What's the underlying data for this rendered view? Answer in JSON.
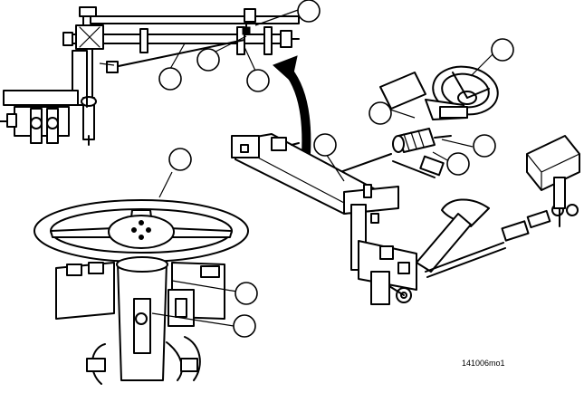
{
  "figure": {
    "id_label": "141006mo1",
    "ink_color": "#000000",
    "paper_color": "#ffffff"
  },
  "callouts": [
    {
      "name": "callout-top-1"
    },
    {
      "name": "callout-top-2"
    },
    {
      "name": "callout-top-3"
    },
    {
      "name": "callout-top-4"
    },
    {
      "name": "callout-top-5"
    },
    {
      "name": "callout-right-1"
    },
    {
      "name": "callout-right-2"
    },
    {
      "name": "callout-right-3"
    },
    {
      "name": "callout-right-4"
    },
    {
      "name": "callout-right-5"
    },
    {
      "name": "callout-bottom-1"
    },
    {
      "name": "callout-bottom-2"
    },
    {
      "name": "callout-bottom-3"
    }
  ],
  "arrow": {
    "direction": "detail-to-upper-left-view"
  }
}
